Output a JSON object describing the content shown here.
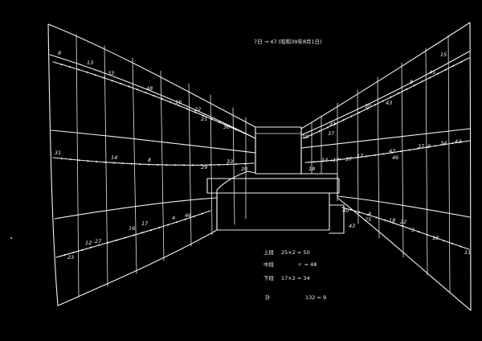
{
  "header_note": "7日 → 47 (昭和39年8月1日)",
  "tally": {
    "row1": {
      "label": "上段",
      "value": "25×2 = 50"
    },
    "row2": {
      "label": "中段",
      "value": "〃 = 48"
    },
    "row3": {
      "label": "下段",
      "value": "17×2 = 34"
    },
    "total": {
      "label": "計",
      "value": "132 = 9"
    }
  },
  "left_wall": {
    "upper": [
      "8",
      "13",
      "33",
      "48",
      "16",
      "22",
      "21",
      "30"
    ],
    "middle": [
      "31",
      "14",
      "8",
      "29",
      "33",
      "20"
    ],
    "lower": [
      "12",
      "27",
      "23",
      "16",
      "17",
      "4",
      "46"
    ]
  },
  "right_wall": {
    "upper": [
      "15",
      "45",
      "8",
      "43",
      "30",
      "31",
      "10",
      "37"
    ],
    "middle": [
      "42",
      "34",
      "37",
      "9",
      "47",
      "46",
      "17",
      "17",
      "17",
      "14",
      "19"
    ],
    "lower": [
      "40",
      "4",
      "18",
      "22",
      "3",
      "13",
      "11",
      "25",
      "43"
    ]
  }
}
